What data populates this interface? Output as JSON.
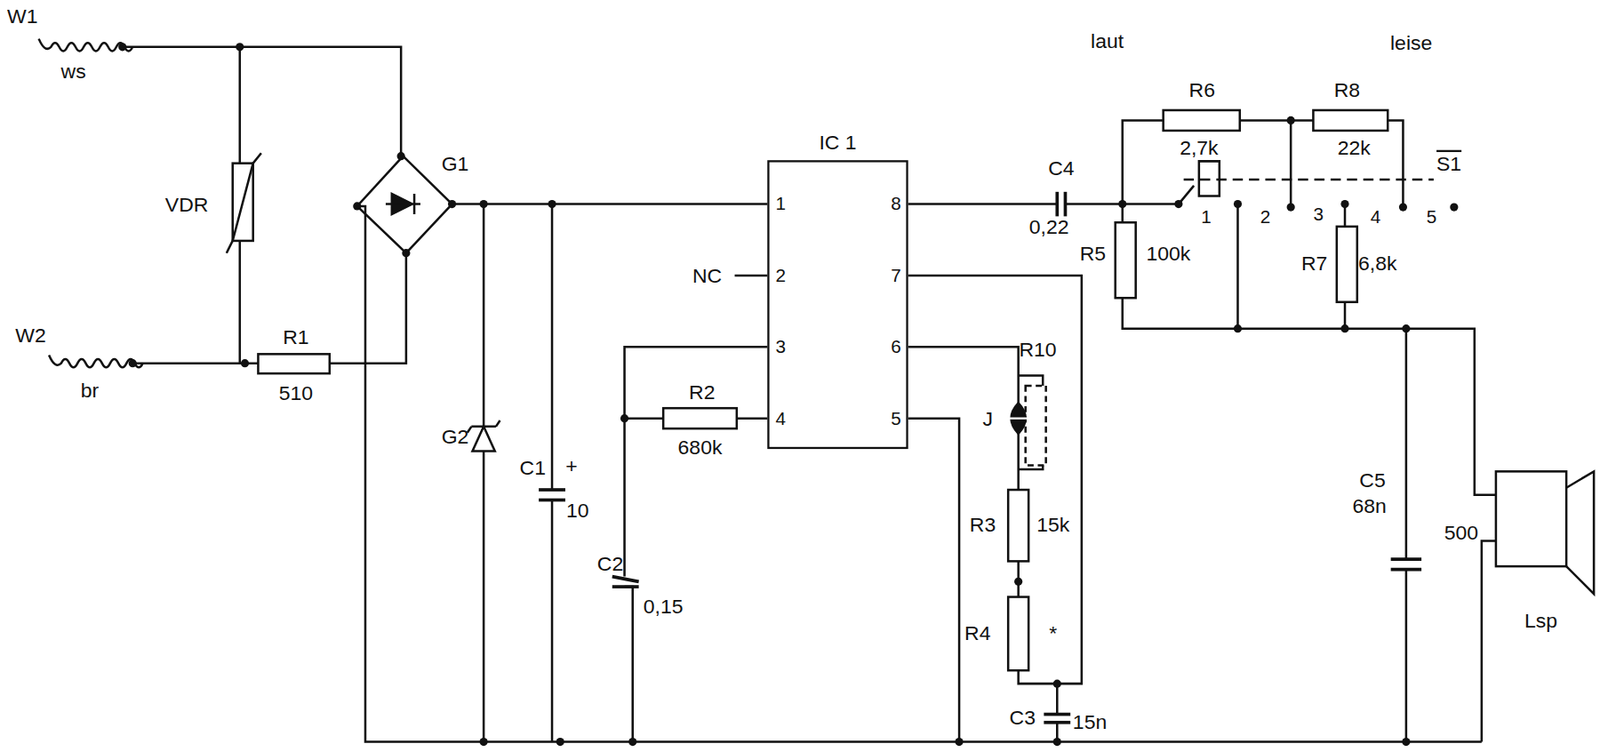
{
  "diagram": {
    "nodes": [
      {
        "text": [
          "IC 1"
        ]
      }
    ],
    "labels": [
      "W1",
      "ws",
      "W2",
      "br",
      "VDR",
      "R1",
      "510",
      "G1",
      "G2",
      "C1",
      "+",
      "10",
      "C2",
      "0,15",
      "R2",
      "680k",
      "NC",
      "1",
      "2",
      "3",
      "4",
      "5",
      "6",
      "7",
      "8",
      "C4",
      "0,22",
      "R5",
      "100k",
      "R6",
      "2,7k",
      "R8",
      "22k",
      "laut",
      "leise",
      "S1",
      "1",
      "2",
      "3",
      "4",
      "5",
      "R7",
      "6,8k",
      "R10",
      "J",
      "R3",
      "15k",
      "R4",
      "*",
      "C3",
      "15n",
      "C5",
      "68n",
      "500",
      "Lsp"
    ]
  }
}
